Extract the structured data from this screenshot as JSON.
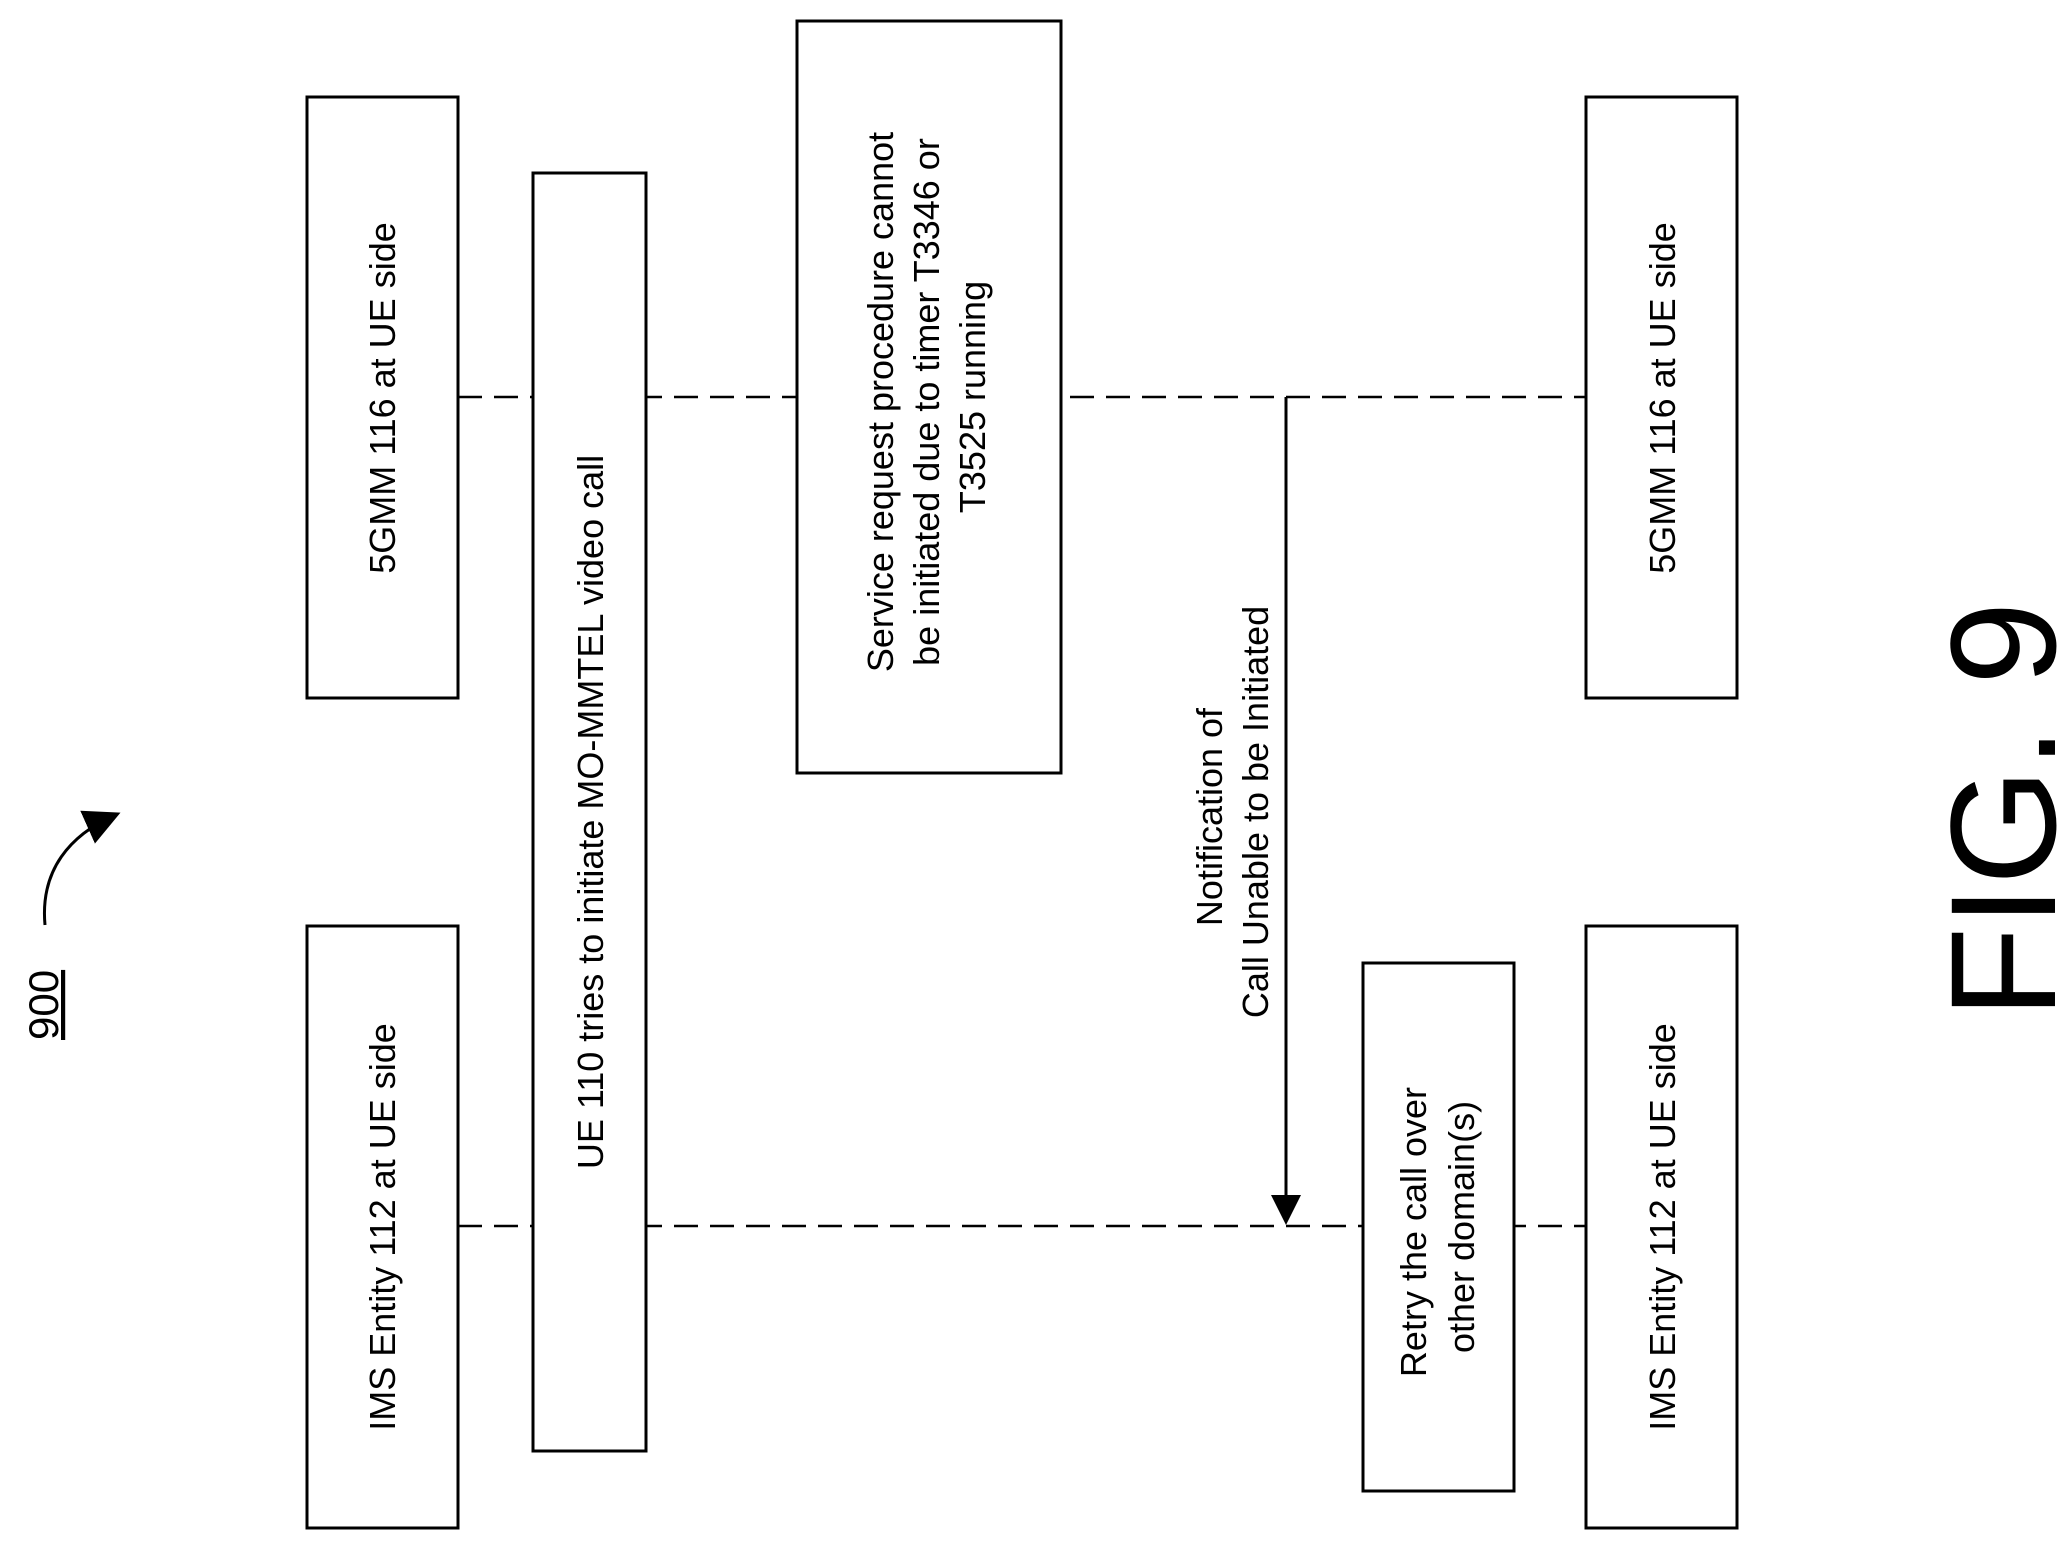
{
  "figure": {
    "label": "FIG. 9",
    "ref_number": "900"
  },
  "lifelines": {
    "ims_top": "IMS Entity 112 at UE side",
    "gmm_top": "5GMM 116 at UE side",
    "ims_bottom": "IMS Entity 112 at UE side",
    "gmm_bottom": "5GMM 116 at UE side"
  },
  "steps": {
    "ue_initiate": "UE 110 tries to initiate MO-MMTEL video call",
    "service_request": [
      "Service request procedure cannot",
      "be initiated due to timer T3346 or",
      "T3525 running"
    ],
    "notification": [
      "Notification of",
      "Call Unable to be Initiated"
    ],
    "retry": [
      "Retry the call over",
      "other domain(s)"
    ]
  }
}
